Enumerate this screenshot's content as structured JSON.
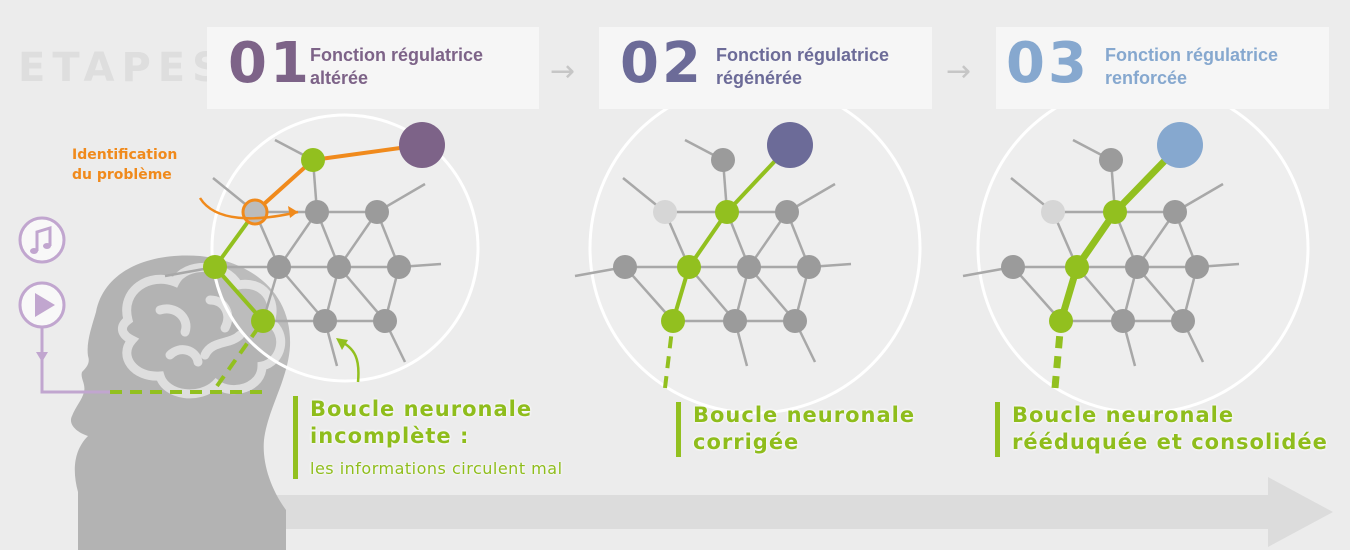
{
  "header_word": "ETAPES",
  "steps": [
    {
      "number": "01",
      "title_line1": "Fonction régulatrice",
      "title_line2": "altérée",
      "color": "#7d6388"
    },
    {
      "number": "02",
      "title_line1": "Fonction régulatrice",
      "title_line2": "régénérée",
      "color": "#6c6b98"
    },
    {
      "number": "03",
      "title_line1": "Fonction régulatrice",
      "title_line2": "renforcée",
      "color": "#86a8cf"
    }
  ],
  "annotation": {
    "line1": "Identification",
    "line2": "du problème",
    "color": "#f08a1c"
  },
  "captions": [
    {
      "line1": "Boucle neuronale",
      "line2": "incomplète :",
      "sub": "les informations circulent mal"
    },
    {
      "line1": "Boucle neuronale",
      "line2": "corrigée"
    },
    {
      "line1": "Boucle neuronale",
      "line2": "rééduquée et consolidée"
    }
  ],
  "icons": [
    "music-note-icon",
    "play-icon"
  ],
  "colors": {
    "green": "#92c01f",
    "node_gray": "#9b9b9b",
    "edge_gray": "#a8a8a8",
    "purple_line": "#c1a6cf"
  }
}
